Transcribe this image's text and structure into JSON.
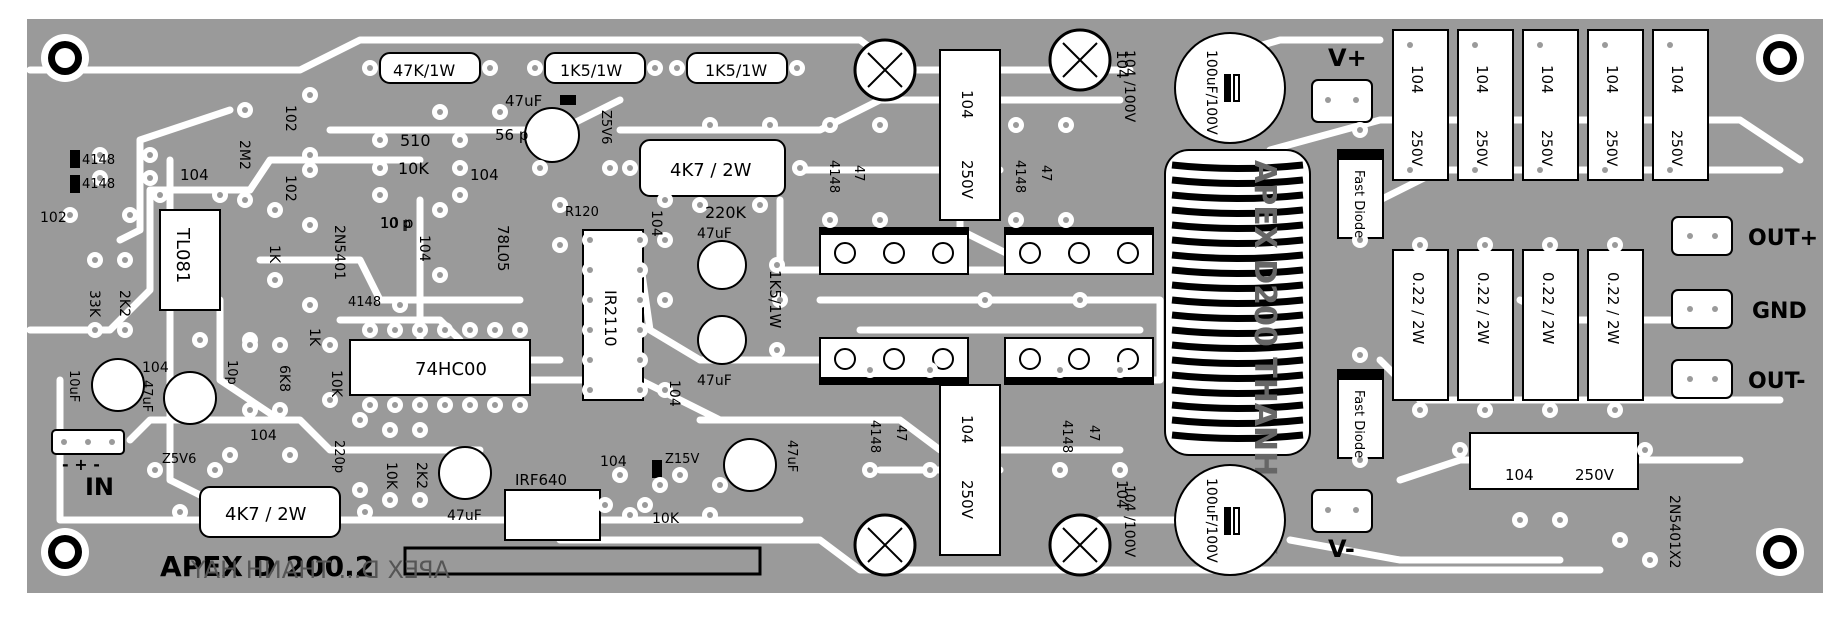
{
  "board": {
    "title": "APEX D 200.2",
    "mirror_text": "APEX D... THANH HAY",
    "coil_mirror_text": "APEX D200 THANH HAY",
    "terminal_labels": {
      "v_plus": "V+",
      "v_minus": "V-",
      "out_plus": "OUT+",
      "gnd": "GND",
      "out_minus": "OUT-",
      "in": "IN",
      "in_polarity": "-  +  -"
    },
    "colors": {
      "copper": "#9a9a9a",
      "trace": "#ffffff",
      "silk": "#000000",
      "edge": "#ffffff"
    }
  },
  "components": {
    "r_47k": "47K/1W",
    "r_1k5_a": "1K5/1W",
    "r_1k5_b": "1K5/1W",
    "c_47u_top": "47uF",
    "c_56p": "56 p",
    "z_5v6_top": "Z5V6",
    "r_510": "510",
    "r_10k_top": "10K",
    "c_10p_top": "10 p",
    "c_104_top": "104",
    "r_4k7_top": "4K7 / 2W",
    "r_220k": "220K",
    "r_r120": "R120",
    "c_104_250v_l1": "104",
    "c_250v_l1": "250V",
    "d_4148_q1": "4148",
    "r_47_q1": "47",
    "d_4148_q2": "4148",
    "r_47_q2": "47",
    "c_104_250v_r1": "104",
    "c_250v_r1": "250V",
    "c_104_100v_top": "104 /100V",
    "c_100u_top": "100uF/100V",
    "cap_bank": [
      "104",
      "104",
      "104",
      "104",
      "104"
    ],
    "cap_bank_v": [
      "250V",
      "250V",
      "250V",
      "250V",
      "250V"
    ],
    "fast_diode_top": "Fast Diode",
    "fast_diode_bot": "Fast Diode",
    "r_022": [
      "0.22 / 2W",
      "0.22 / 2W",
      "0.22 / 2W",
      "0.22 / 2W"
    ],
    "c_104_250v_out": "104",
    "c_250v_out": "250V",
    "d_4148_a": "4148",
    "d_4148_b": "4148",
    "c_102_a": "102",
    "c_104_opamp": "104",
    "ic_tl081": "TL081",
    "r_33k": "33K",
    "r_2k2_left": "2K2",
    "r_2m2": "2M2",
    "c_102_b": "102",
    "c_102_c": "102",
    "r_1k_a": "1K",
    "q_2n5401": "2N5401",
    "c_10p_b": "10 p",
    "c_104_b": "104",
    "reg_78l05": "78L05",
    "c_47u_a": "47uF",
    "c_47u_b": "47uF",
    "r_1k5_mid": "1K5/1W",
    "c_104_ir": "104",
    "c_104_ir2": "104",
    "ic_ir2110": "IR2110",
    "ic_74hc00": "74HC00",
    "d_4148_c": "4148",
    "r_1k_b": "1K",
    "r_10k_mid": "10K",
    "c_10p_c": "10p",
    "r_6k8": "6K8",
    "c_10uf": "10uF",
    "c_104_47u": "104",
    "c_47uf_left": "47uF",
    "c_104_bot": "104",
    "c_220p": "220p",
    "z_5v6_bot": "Z5V6",
    "r_10k_bot": "10K",
    "r_2k2_bot": "2K2",
    "c_47u_bot": "47uF",
    "irf640": "IRF640",
    "c_104_irf": "104",
    "z_15v": "Z15V",
    "c_47u_bot2": "47uF",
    "r_10k_irf": "10K",
    "r_4k7_bot": "4K7 / 2W",
    "d_4148_q3": "4148",
    "r_47_q3": "47",
    "d_4148_q4": "4148",
    "r_47_q4": "47",
    "c_104_250v_l2": "104",
    "c_250v_l2": "250V",
    "c_104_250v_r2": "104",
    "c_250v_r2": "250V",
    "c_104_100v_bot": "104 /100V",
    "c_100u_bot": "100uF/100V",
    "q_2n5401x2": "2N5401X2"
  }
}
